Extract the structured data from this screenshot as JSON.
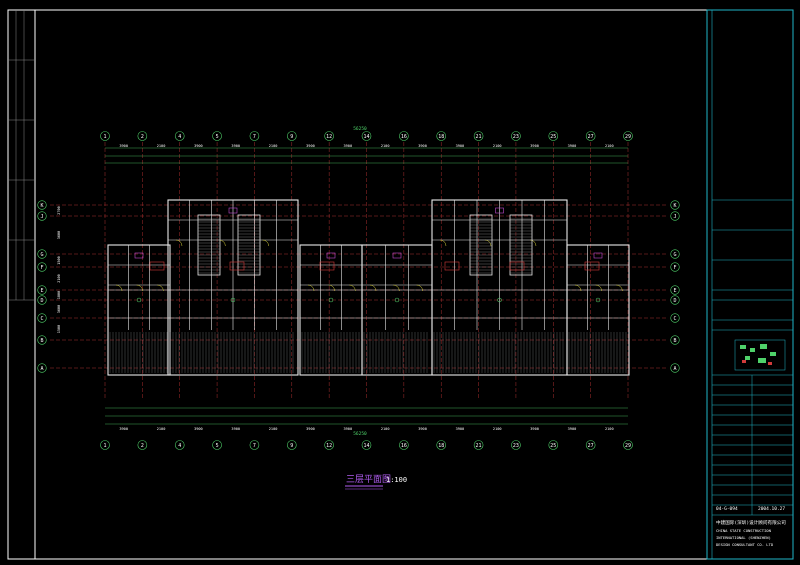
{
  "drawing": {
    "title": "三层平面图",
    "scale": "1:100",
    "overall_dimension": "56250",
    "gridlines_top": [
      "1",
      "2",
      "4",
      "5",
      "7",
      "9",
      "12",
      "14",
      "16",
      "18",
      "21",
      "23",
      "25",
      "27",
      "29"
    ],
    "gridlines_side": [
      "K",
      "J",
      "G",
      "F",
      "E",
      "D",
      "C",
      "B",
      "A"
    ],
    "top_dims": [
      "3900",
      "2100",
      "3900",
      "3900",
      "2100",
      "3900",
      "3900",
      "2100",
      "3900",
      "3900",
      "2100",
      "3900",
      "3900",
      "2100"
    ],
    "bottom_dims": [
      "3900",
      "2100",
      "3900",
      "3900",
      "2100",
      "3900",
      "3900",
      "2100",
      "3900",
      "3900",
      "2100",
      "3900",
      "3900",
      "2100"
    ],
    "side_dims": [
      "2700",
      "3600",
      "1500",
      "2100",
      "1800",
      "3600",
      "1500"
    ]
  },
  "title_block": {
    "rows": [
      "",
      "",
      "",
      "",
      "",
      "",
      "",
      "",
      "",
      "",
      "",
      "",
      ""
    ],
    "date_label": "04-G-094",
    "date_value": "2004.10.27",
    "company_cn": "中建国际(深圳)设计顾问有限公司",
    "company_en_1": "CHINA STATE CONSTRUCTION",
    "company_en_2": "INTERNATIONAL (SHENZHEN)",
    "company_en_3": "DESIGN CONSULTANT CO. LTD"
  },
  "colors": {
    "background": "#000000",
    "frame": "#ffffff",
    "title_block": "#1fb6c9",
    "grid_axis": "#d23a3a",
    "walls": "#e8e8e8",
    "dims": "#4fd26a",
    "doors": "#d9d23a",
    "accents": "#c24ad0",
    "title_text": "#b05cf0"
  }
}
